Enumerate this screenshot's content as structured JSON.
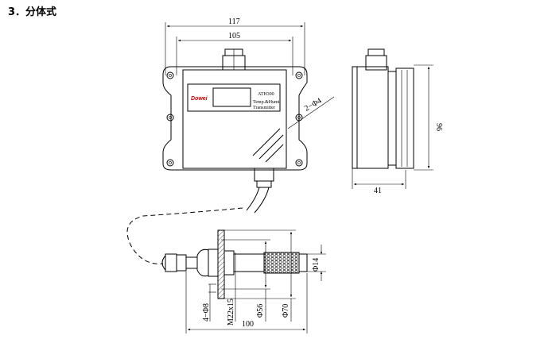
{
  "title": "3．分体式",
  "front_view": {
    "width_outer": "117",
    "width_inner": "105",
    "hole_label": "2−Φ4",
    "model": "ATH300",
    "product_line1": "Temp.&Humi.",
    "product_line2": "Transmitter",
    "logo": "Dowei"
  },
  "side_view": {
    "height": "96",
    "depth": "41"
  },
  "probe": {
    "tip_dia": "Φ14",
    "flange_dia": "Φ70",
    "hole_circle": "Φ56",
    "thread": "M22x15",
    "holes": "4−Φ8",
    "length": "100"
  },
  "colors": {
    "line": "#000000",
    "background": "#ffffff",
    "logo": "#cc0000"
  }
}
